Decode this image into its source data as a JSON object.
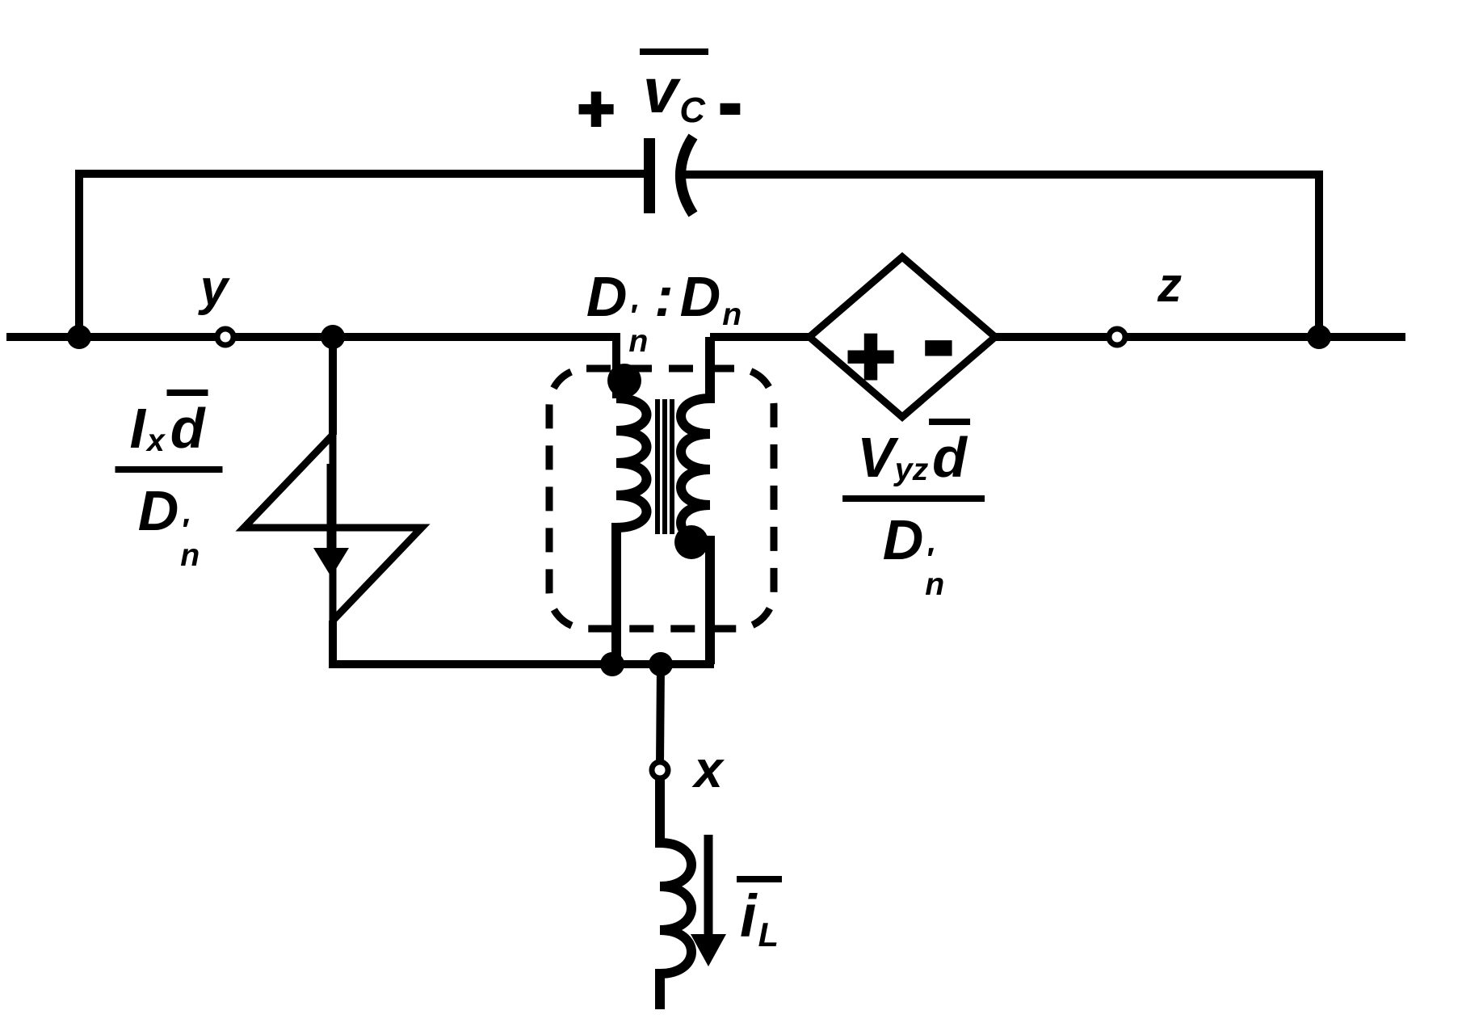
{
  "colors": {
    "ink": "#000000",
    "background": "#ffffff"
  },
  "capacitor": {
    "plus": "+",
    "minus": "-",
    "v": "v",
    "sub": "C"
  },
  "nodes": {
    "y": "y",
    "z": "z",
    "x": "x"
  },
  "transformer": {
    "left_D": "D",
    "left_prime": "′",
    "left_n": "n",
    "colon": ":",
    "right_D": "D",
    "right_n": "n"
  },
  "current_source": {
    "I": "I",
    "x_sub": "x",
    "d": "d",
    "den_D": "D",
    "den_prime": "′",
    "den_n": "n"
  },
  "voltage_source": {
    "plus": "+",
    "minus": "-",
    "V": "V",
    "yz_sub": "yz",
    "d": "d",
    "den_D": "D",
    "den_prime": "′",
    "den_n": "n"
  },
  "inductor_current": {
    "i": "i",
    "L_sub": "L"
  }
}
